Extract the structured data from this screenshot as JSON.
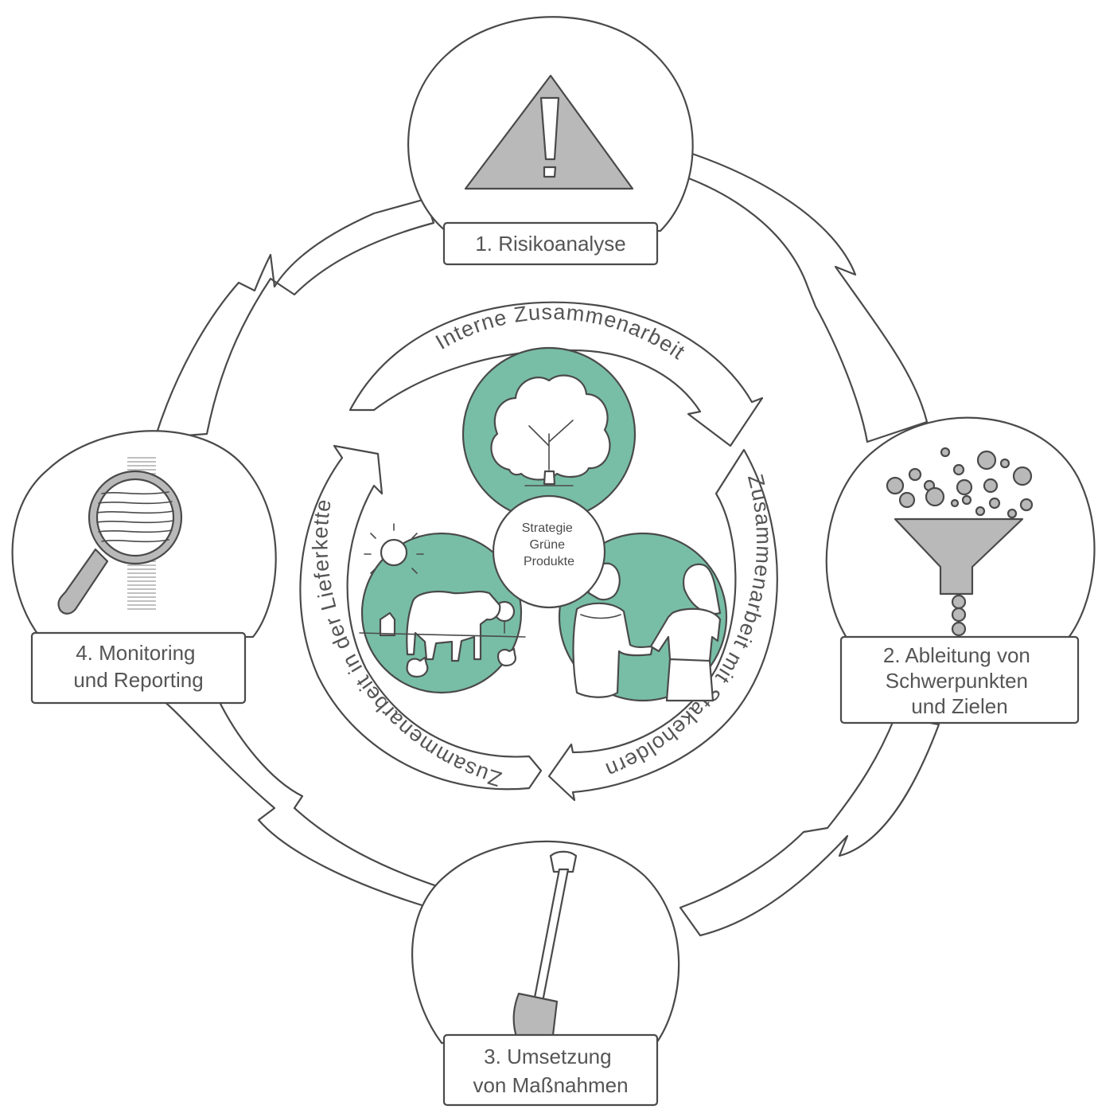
{
  "steps": [
    {
      "label_lines": [
        "1. Risikoanalyse"
      ],
      "icon": "warning-triangle-icon"
    },
    {
      "label_lines": [
        "2. Ableitung von",
        "Schwerpunkten",
        "und Zielen"
      ],
      "icon": "funnel-icon"
    },
    {
      "label_lines": [
        "3. Umsetzung",
        "von Maßnahmen"
      ],
      "icon": "shovel-icon"
    },
    {
      "label_lines": [
        "4. Monitoring",
        "und Reporting"
      ],
      "icon": "magnifier-icon"
    }
  ],
  "inner_cycle": {
    "top": "Interne Zusammenarbeit",
    "right": "Zusammenarbeit mit Stakeholdern",
    "left": "Zusammenarbeit in der Lieferkette"
  },
  "center": {
    "lines": [
      "Strategie",
      "Grüne",
      "Produkte"
    ]
  },
  "pictures": [
    "tree-icon",
    "farm-animals-icon",
    "people-handshake-icon"
  ],
  "colors": {
    "accent_green": "#78bea6",
    "icon_grey": "#b9b9b9",
    "line": "#4a4a4a",
    "text": "#555555"
  }
}
